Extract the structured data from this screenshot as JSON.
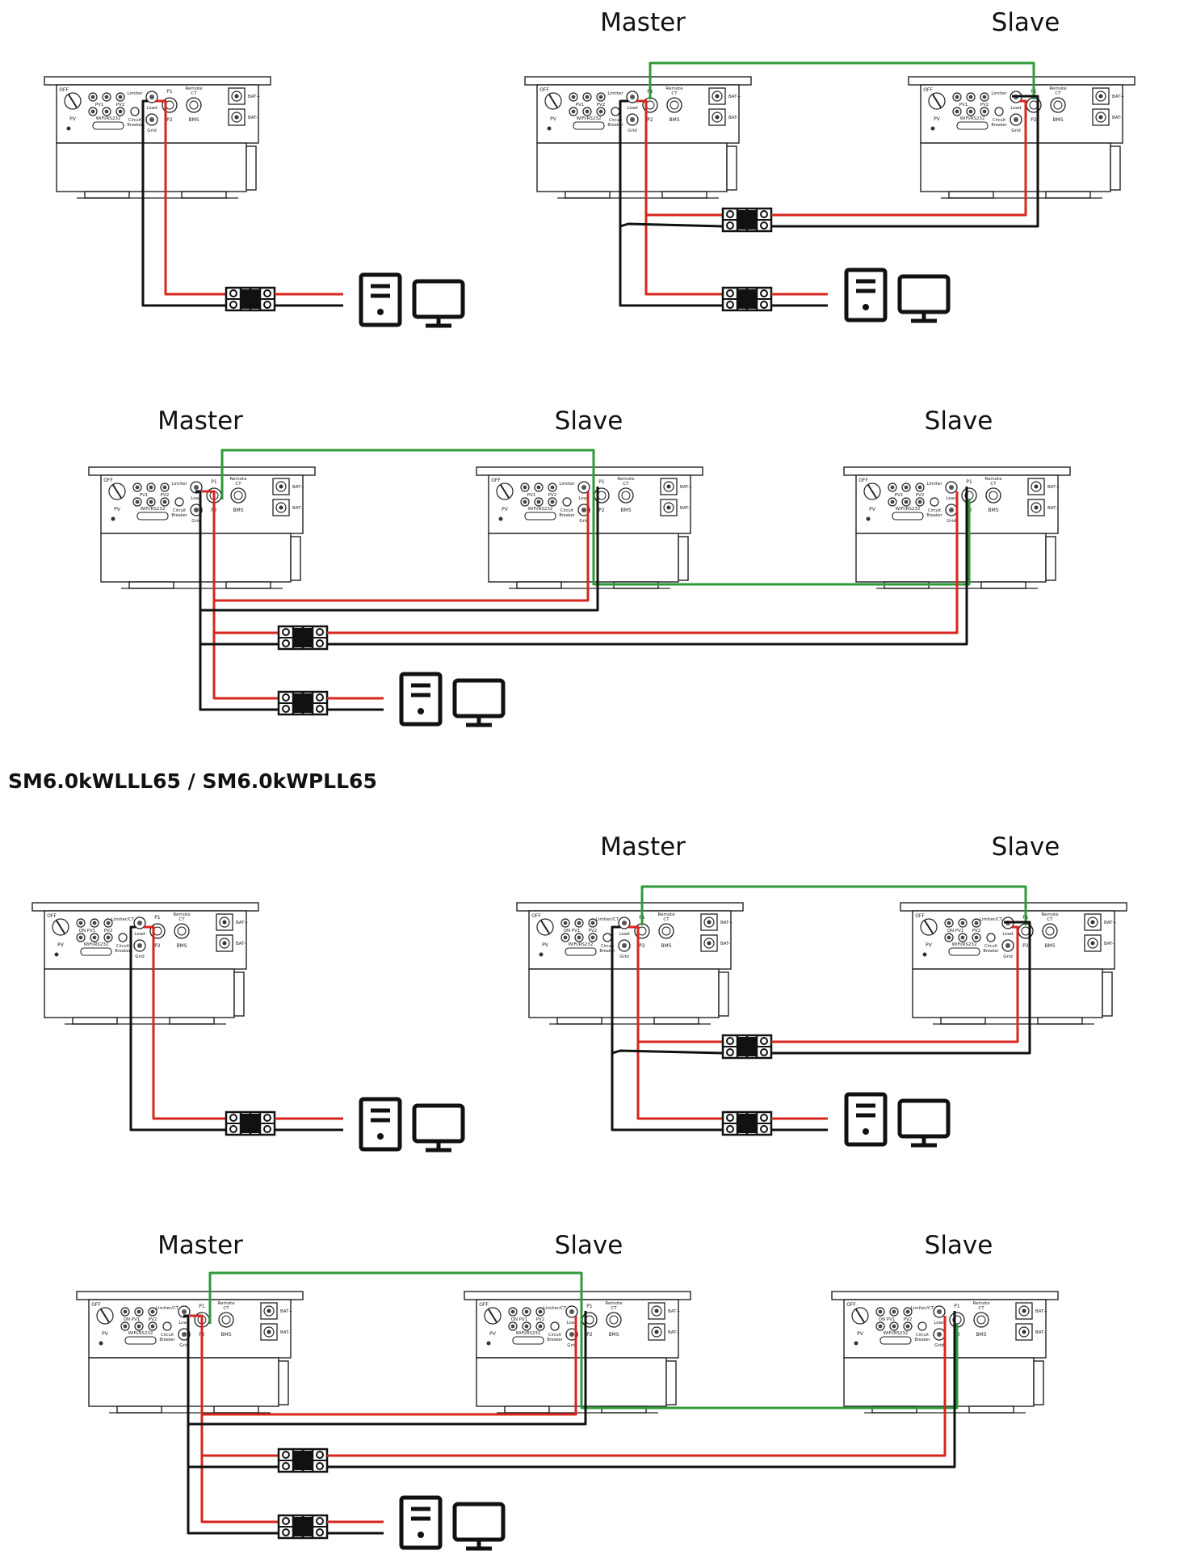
{
  "section_title": "SM6.0kWLLL65 / SM6.0kWPLL65",
  "role_labels": {
    "master": "Master",
    "slave": "Slave"
  },
  "inverter_labels": {
    "off": "OFF",
    "on": "ON",
    "pv": "PV",
    "pv1": "PV1",
    "pv2": "PV2",
    "limiter_ct": "Limiter/CT",
    "circuit_breaker": "Circuit Breaker",
    "load": "Load",
    "grid": "Grid",
    "wifi_rs232": "WiFi/RS232",
    "p1": "P1",
    "p2": "P2",
    "remote_ct": "Remote CT",
    "bms": "BMS",
    "bat_plus": "BAT+",
    "bat_minus": "BAT-"
  },
  "colors": {
    "live_wire": "#d7261e",
    "neutral_wire": "#111111",
    "comm_cable": "#2e9a3a",
    "outline": "#222222"
  },
  "icons": [
    "breaker-icon",
    "computer-tower-icon",
    "monitor-icon"
  ]
}
